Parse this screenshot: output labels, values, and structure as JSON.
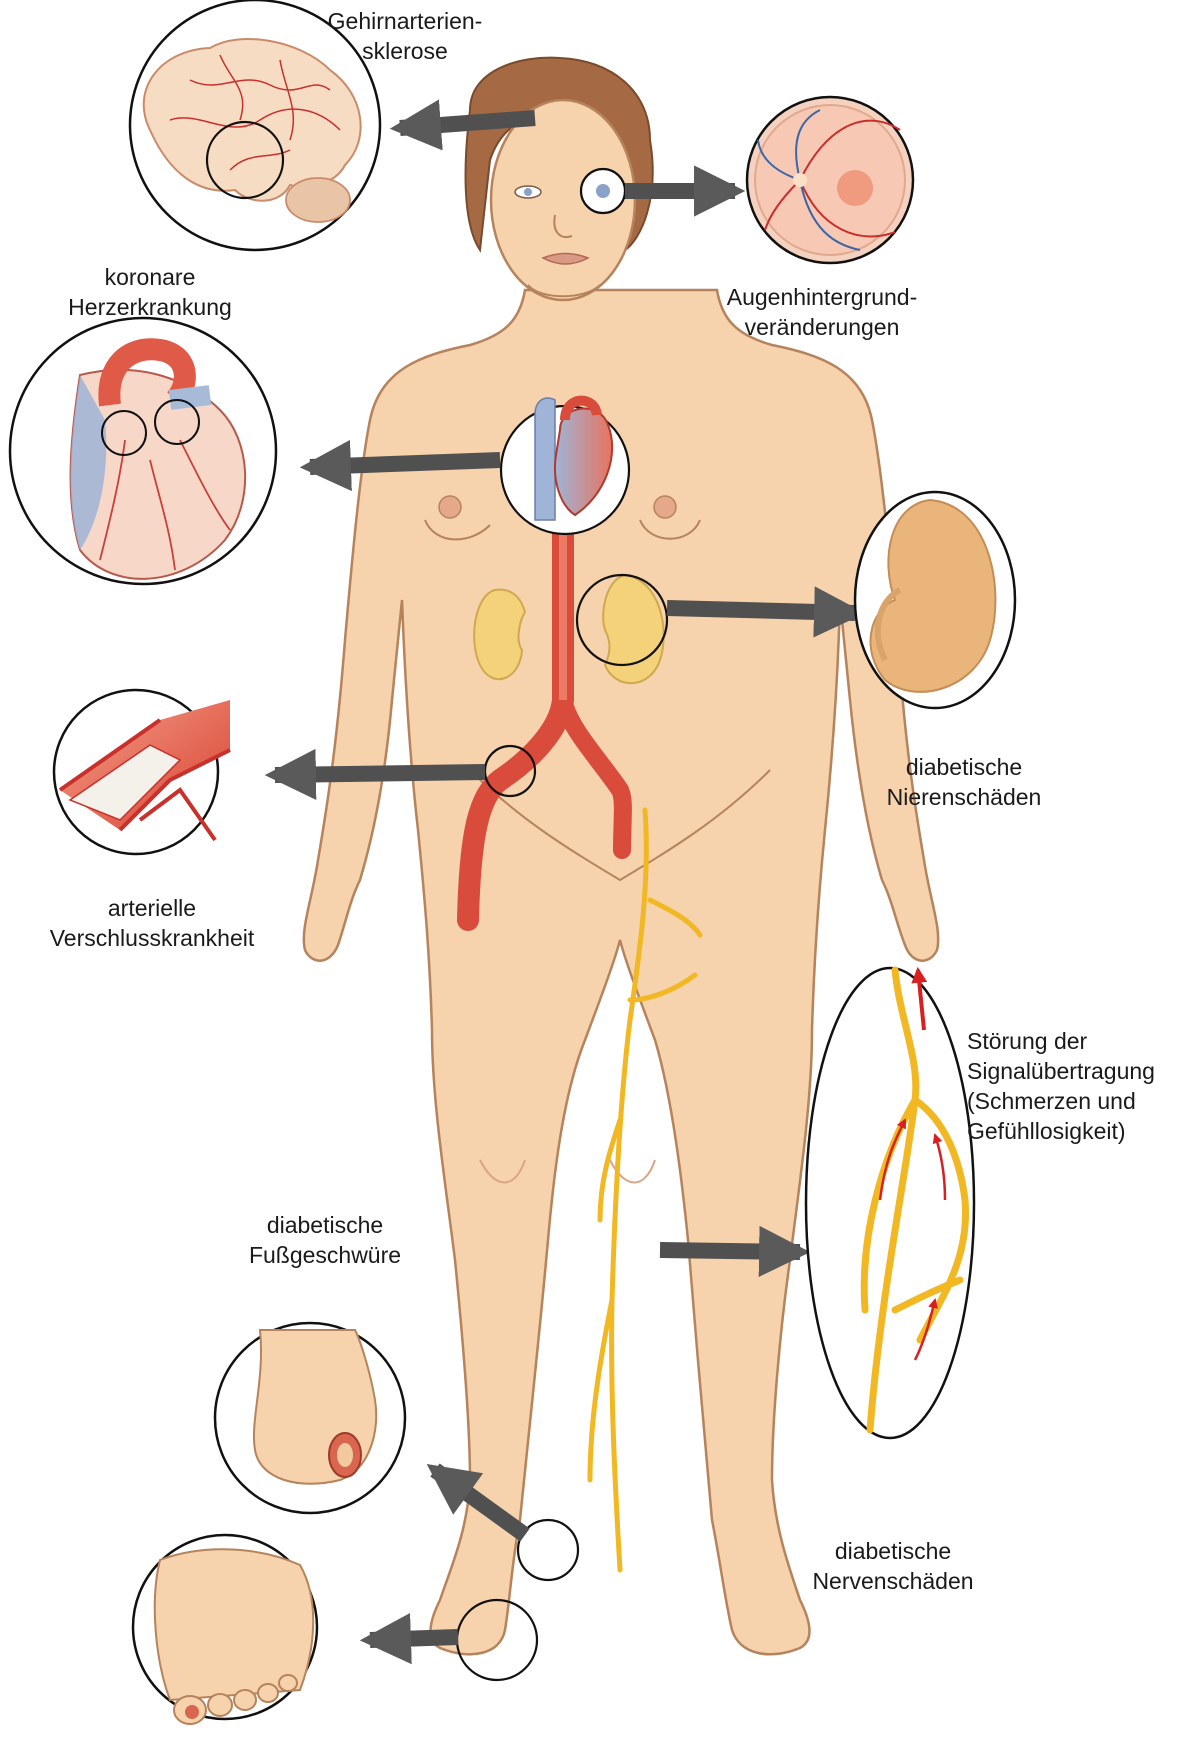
{
  "labels": {
    "brain": [
      "Gehirnarterien-",
      "sklerose"
    ],
    "eye": [
      "Augenhintergrund-",
      "veränderungen"
    ],
    "heart": [
      "koronare",
      "Herzerkrankung"
    ],
    "kidney": [
      "diabetische",
      "Nierenschäden"
    ],
    "artery": [
      "arterielle",
      "Verschlusskrankheit"
    ],
    "nerve_signal": [
      "Störung der",
      "Signalübertragung",
      "(Schmerzen und",
      "Gefühllosigkeit)"
    ],
    "foot": [
      "diabetische",
      "Fußgeschwüre"
    ],
    "nerve": [
      "diabetische",
      "Nervenschäden"
    ]
  },
  "colors": {
    "skin": "#f6d2ad",
    "skin_outline": "#b5835c",
    "hair": "#a56a44",
    "artery": "#d94b3b",
    "vein": "#9fb4d6",
    "nerve": "#f2b824",
    "kidney": "#f3d27a",
    "arrow": "#555555",
    "circle_stroke": "#111111"
  },
  "icons": {
    "brain": "brain-icon",
    "eye": "retina-icon",
    "heart": "heart-icon",
    "kidney": "kidney-icon",
    "artery": "artery-icon",
    "nerve": "nerve-icon",
    "foot": "foot-icon"
  }
}
